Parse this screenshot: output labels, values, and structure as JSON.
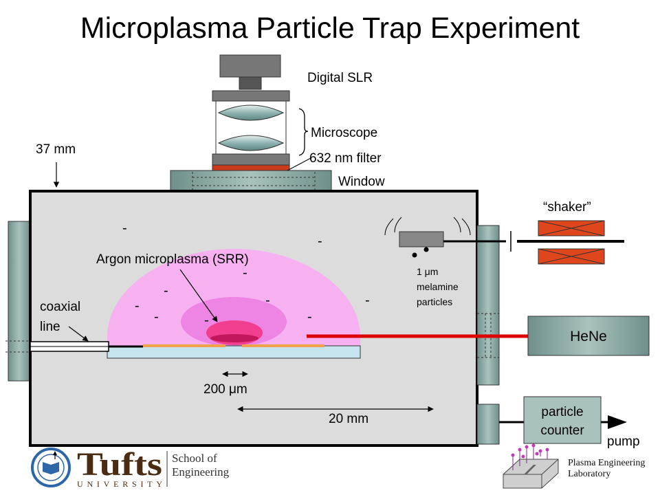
{
  "title": "Microplasma Particle Trap Experiment",
  "labels": {
    "camera": "Digital SLR",
    "microscope": "Microscope",
    "filter": "632 nm filter",
    "window": "Window",
    "chamber_size": "37 mm",
    "shaker": "“shaker”",
    "plasma": "Argon microplasma (SRR)",
    "particles": [
      "1 μm",
      "melamine",
      "particles"
    ],
    "coaxial": [
      "coaxial",
      "line"
    ],
    "laser": "HeNe",
    "gap": "200 μm",
    "distance": "20 mm",
    "counter": [
      "particle",
      "counter"
    ],
    "pump": "pump",
    "charge_sign": "-"
  },
  "logos": {
    "left": {
      "name": "Tufts",
      "sub": "UNIVERSITY",
      "school": [
        "School of",
        "Engineering"
      ]
    },
    "right": {
      "lab": [
        "Plasma Engineering",
        "Laboratory"
      ]
    }
  },
  "colors": {
    "chamber": "#dcdcdc",
    "port": "#8aa6a2",
    "plasma_outer": "#f7b0f0",
    "plasma_mid": "#ee84e4",
    "plasma_core": "#f23e8e",
    "filter": "#cc3a1e",
    "laser": "#dd0000",
    "electrode": "#f0a24a",
    "substrate": "#c6e4ee",
    "shaker": "#e0461c",
    "tufts_brown": "#4a2c12",
    "seal_blue": "#2f66aa"
  }
}
